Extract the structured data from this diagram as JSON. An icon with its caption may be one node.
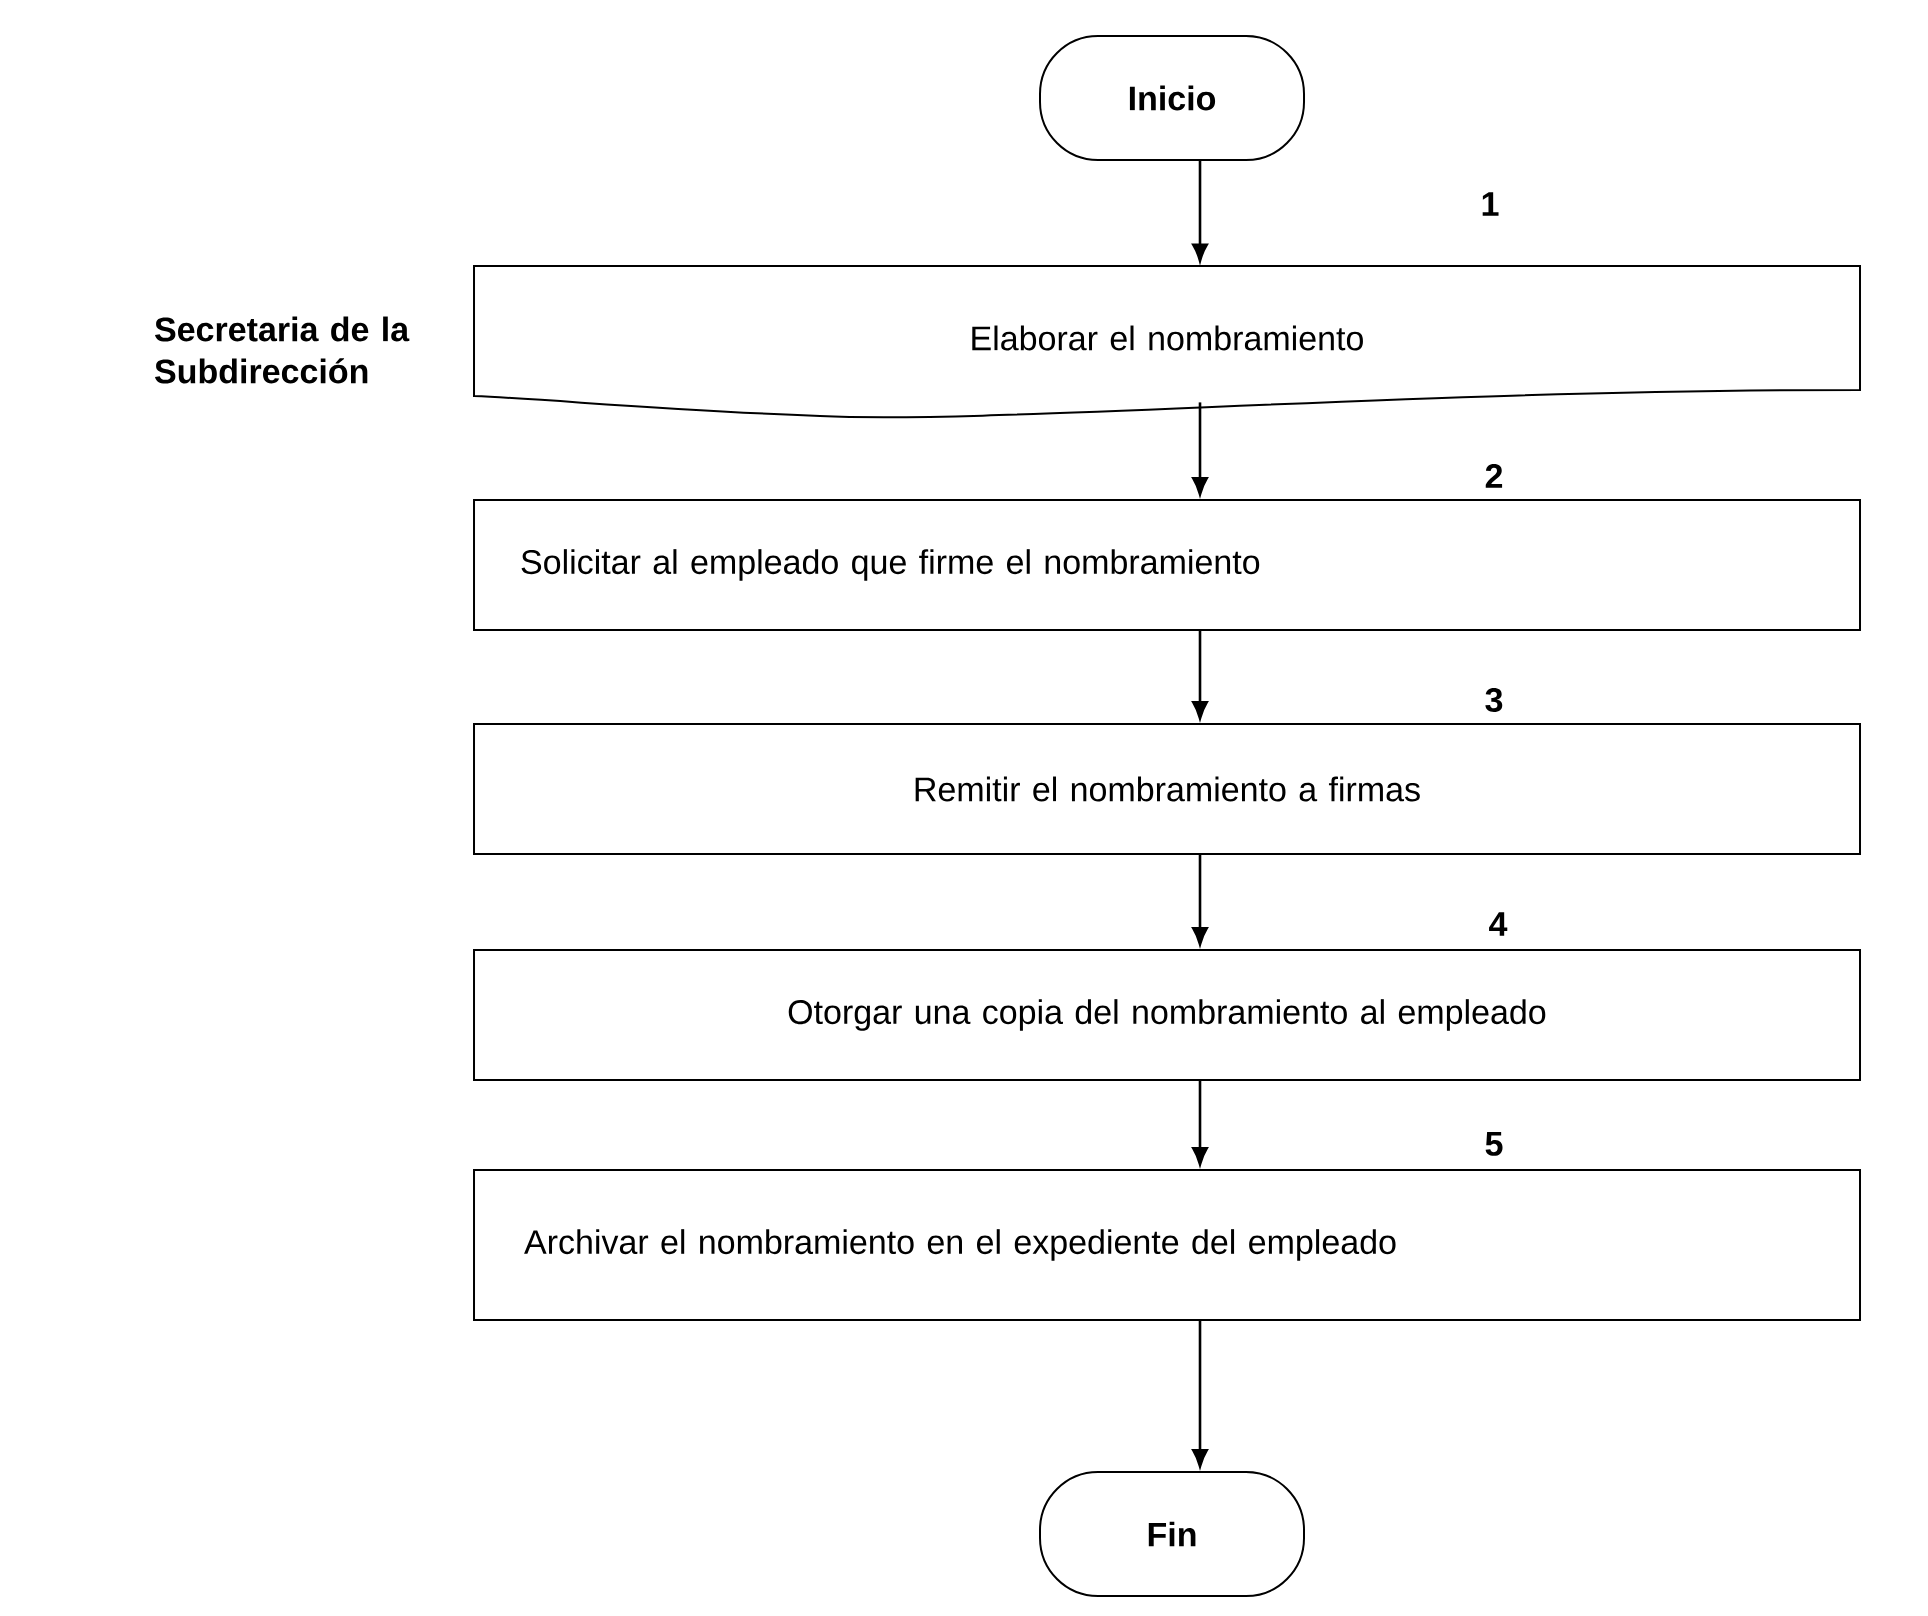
{
  "diagram": {
    "nodes": [
      {
        "text": [
          "Inicio"
        ]
      },
      {
        "text": [
          "Elaborar el nombramiento"
        ]
      },
      {
        "text": [
          "Solicitar al empleado que firme el nombramiento"
        ]
      },
      {
        "text": [
          "Remitir el nombramiento a firmas"
        ]
      },
      {
        "text": [
          "Otorgar una copia del nombramiento al empleado"
        ]
      },
      {
        "text": [
          "Archivar el nombramiento en el expediente del empleado"
        ]
      },
      {
        "text": [
          "Fin"
        ]
      }
    ],
    "edges": [
      {
        "from": 0,
        "to": 1,
        "arrow": "to"
      },
      {
        "from": 1,
        "to": 2,
        "arrow": "to"
      },
      {
        "from": 2,
        "to": 3,
        "arrow": "to"
      },
      {
        "from": 3,
        "to": 4,
        "arrow": "to"
      },
      {
        "from": 4,
        "to": 5,
        "arrow": "to"
      },
      {
        "from": 5,
        "to": 6,
        "arrow": "to"
      }
    ],
    "labels": [
      "1",
      "Secretaria de la Subdirección",
      "2",
      "3",
      "4",
      "5"
    ]
  }
}
